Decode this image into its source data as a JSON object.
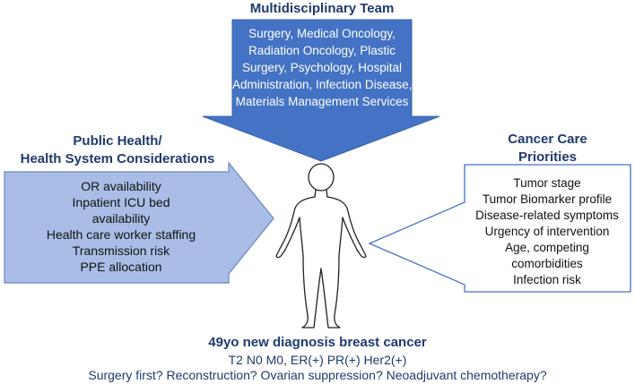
{
  "colors": {
    "title": "#1f3a6e",
    "top_fill": "#4472c4",
    "left_fill": "#a9bde6",
    "left_stroke": "#6c86bd",
    "right_stroke": "#4472c4"
  },
  "top": {
    "title": "Multidisciplinary Team",
    "lines": [
      "Surgery, Medical Oncology,",
      "Radiation Oncology, Plastic",
      "Surgery, Psychology, Hospital",
      "Administration, Infection Disease,",
      "Materials Management Services"
    ]
  },
  "left": {
    "title_lines": [
      "Public Health/",
      "Health System Considerations"
    ],
    "lines": [
      "OR availability",
      "Inpatient ICU bed",
      "availability",
      "Health care worker staffing",
      "Transmission risk",
      "PPE allocation"
    ]
  },
  "right": {
    "title_lines": [
      "Cancer Care",
      "Priorities"
    ],
    "lines": [
      "Tumor stage",
      "Tumor Biomarker profile",
      "Disease-related symptoms",
      "Urgency of intervention",
      "Age, competing",
      "comorbidities",
      "Infection risk"
    ]
  },
  "figure": {
    "icon": "person-icon"
  },
  "bottom": {
    "headline": "49yo new diagnosis breast cancer",
    "staging": "T2 N0 M0, ER(+) PR(+) Her2(+)",
    "questions": "Surgery first? Reconstruction? Ovarian suppression? Neoadjuvant chemotherapy?"
  }
}
